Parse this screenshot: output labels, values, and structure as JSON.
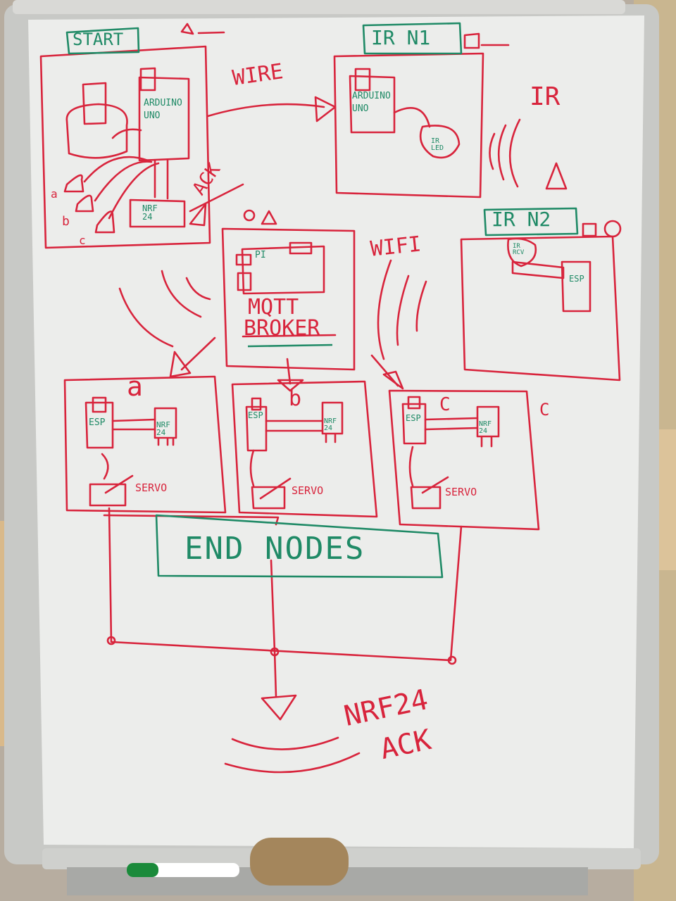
{
  "board": {
    "colors": {
      "marker_red": "#d8243c",
      "marker_green": "#1f8a66",
      "board": "#ecedeb",
      "frame": "#c8c9c6"
    }
  },
  "labels": {
    "start": "START",
    "ir_n1": "IR N1",
    "ir_n2": "IR N2",
    "wire": "WIRE",
    "ir": "IR",
    "wifi": "WIFI",
    "ack_top": "ACK",
    "arduino_start": "ARDUINO\nUNO",
    "nrf_start": "NRF\n24",
    "arduino_n1": "ARDUINO\nUNO",
    "ir_led": "IR\nLED",
    "ir_rcv": "IR\nRCV",
    "esp_n2": "ESP",
    "pi": "PI",
    "mqtt": "MQTT",
    "broker": "BROKER",
    "node_a": "a",
    "node_b": "b",
    "node_c": "C",
    "node_c_outer": "C",
    "esp_a": "ESP",
    "esp_b": "ESP",
    "esp_c": "ESP",
    "nrf_a": "NRF\n24",
    "nrf_b": "NRF\n24",
    "nrf_c": "NRF\n24",
    "servo_a": "SERVO",
    "servo_b": "SERVO",
    "servo_c": "SERVO",
    "end_nodes": "END NODES",
    "nrf24": "NRF24",
    "ack_bottom": "ACK",
    "side_a": "a",
    "side_b": "b",
    "side_c": "c"
  }
}
